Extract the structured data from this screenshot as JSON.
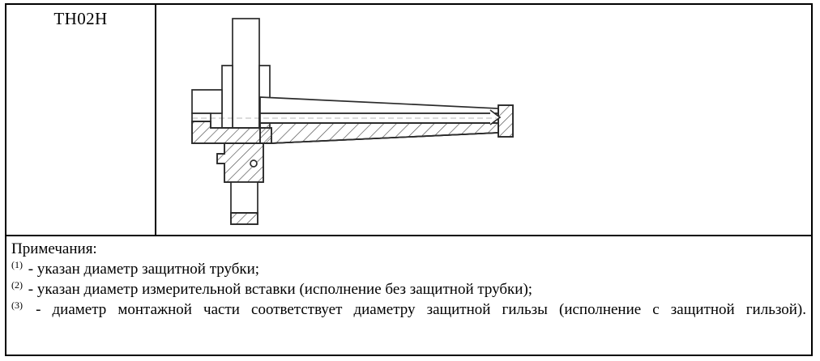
{
  "model": {
    "code": "TH02H"
  },
  "drawing": {
    "caption": "sectional-view-temperature-sensor-with-protective-tube",
    "line_color": "#2b2b2b",
    "hatch_color": "#4a4a4a",
    "background": "#ffffff"
  },
  "notes": {
    "title": "Примечания:",
    "items": [
      {
        "marker": "(1)",
        "text": " - указан диаметр защитной трубки;"
      },
      {
        "marker": "(2)",
        "text": " - указан диаметр измерительной вставки (исполнение без защитной трубки);"
      },
      {
        "marker": "(3)",
        "text": " - диаметр монтажной части соответствует диаметру защитной гильзы (исполнение с защитной гильзой)."
      }
    ]
  }
}
